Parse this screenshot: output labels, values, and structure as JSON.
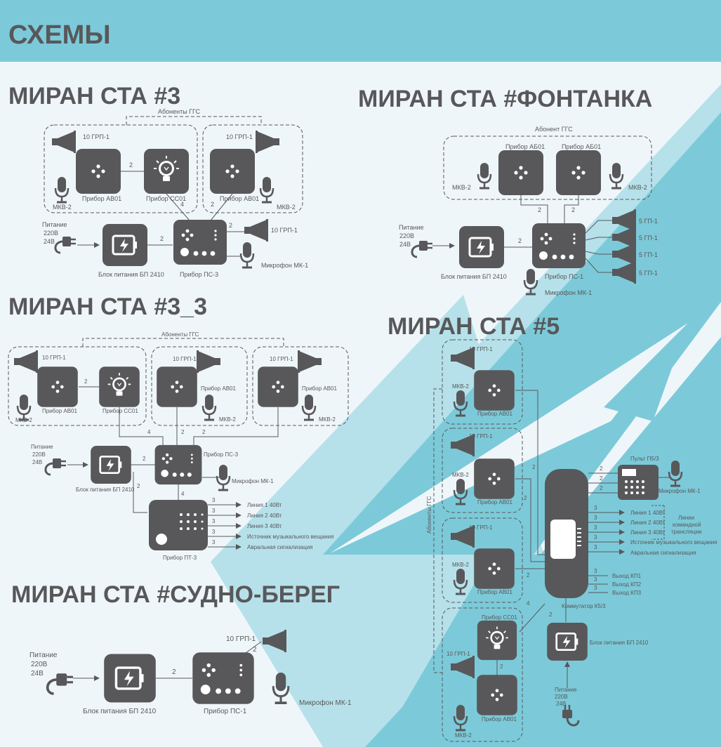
{
  "page": {
    "title": "СХЕМЫ"
  },
  "common": {
    "abonenty_ggs": "Абоненты ГГС",
    "abonent_ggs": "Абонент ГГС",
    "power_lines": [
      "Питание",
      "220В",
      "24В"
    ],
    "psu": "Блок питания БП 2410",
    "ps3": "Прибор ПС-3",
    "ps1": "Прибор ПС-1",
    "ab01": "Прибор АВ01",
    "ab01_alt": "Прибор АБ01",
    "cc01": "Прибор СС01",
    "mkv2": "МКВ-2",
    "mic": "Микрофон МК-1",
    "grp10": "10 ГРП-1",
    "gp5": "5 ГП-1",
    "pt3": "Прибор ПТ-3",
    "commutator": "Коммутатор К5/3",
    "console": "Пульт П5/3",
    "n2": "2",
    "n3": "3",
    "n4": "4"
  },
  "sections": {
    "s3": "МИРАН СТА #3",
    "fontanka": "МИРАН СТА #ФОНТАНКА",
    "s33": "МИРАН СТА #3_3",
    "s5": "МИРАН СТА #5",
    "sudno": "МИРАН СТА #СУДНО-БЕРЕГ"
  },
  "lines33": [
    "Линия 1 40Вт",
    "Линия 2 40Вт",
    "Линия 3 40Вт",
    "Источник музыкального вещания",
    "Авральная сигнализация"
  ],
  "lines5": [
    "Линия 1 40Вт",
    "Линия 2 40Вт",
    "Линия 3 40Вт",
    "Источник музыкального вещания",
    "Авральная сигнализация"
  ],
  "lines5_note": [
    "Линии",
    "командной",
    "трансляции"
  ],
  "outputs5": [
    "Выход КП1",
    "Выход КП2",
    "Выход КП3"
  ],
  "colors": {
    "dark": "#58585a",
    "teal": "#7ccad9",
    "light_teal": "#b6e1ea",
    "background": "#eff6fa"
  }
}
